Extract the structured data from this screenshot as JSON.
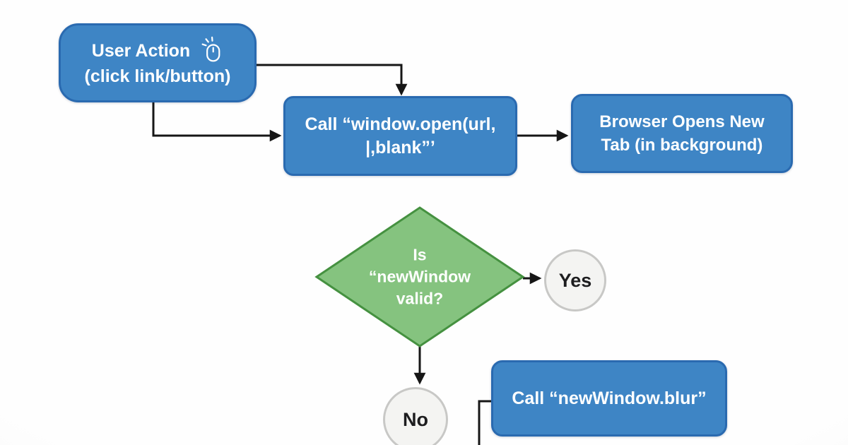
{
  "colors": {
    "process_fill": "#3e85c5",
    "process_border": "#2a6ab0",
    "decision_fill": "#85c37f",
    "decision_border": "#459140",
    "terminal_fill": "#f4f4f2",
    "terminal_border": "#c8c8c6",
    "connector": "#161616",
    "node_text": "#ffffff",
    "terminal_text": "#1d1d1f",
    "background": "#fdfdfd"
  },
  "nodes": {
    "user_action": {
      "title": "User Action",
      "subtitle": "(click link/button)",
      "icon": "mouse-click-icon"
    },
    "call_window_open": {
      "label": "Call “window.open(url,\n|,blank”’"
    },
    "browser_opens_tab": {
      "label": "Browser Opens New\nTab (in background)"
    },
    "decision_new_window_valid": {
      "label": "Is\n“newWindow\nvalid?"
    },
    "yes_terminal": {
      "label": "Yes"
    },
    "no_terminal": {
      "label": "No"
    },
    "call_new_window_blur": {
      "label": "Call “newWindow.blur”"
    }
  },
  "edges": [
    {
      "from": "user_action",
      "to": "call_window_open",
      "via": "right-then-down"
    },
    {
      "from": "user_action",
      "to": "call_window_open",
      "via": "down-then-right"
    },
    {
      "from": "call_window_open",
      "to": "browser_opens_tab",
      "via": "right"
    },
    {
      "from": "decision_new_window_valid",
      "to": "yes_terminal",
      "via": "right"
    },
    {
      "from": "decision_new_window_valid",
      "to": "no_terminal",
      "via": "down"
    },
    {
      "from": "call_new_window_blur",
      "to": "offscreen-bottom",
      "via": "left-then-down"
    }
  ]
}
